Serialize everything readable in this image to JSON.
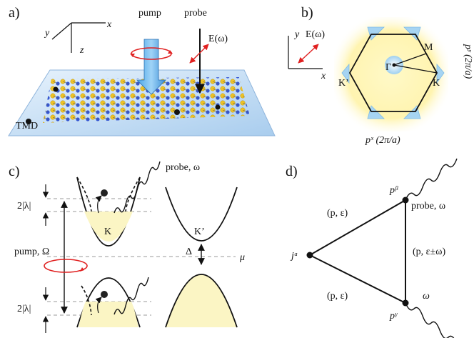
{
  "panels": {
    "a": {
      "label": "a)",
      "axis_x": "x",
      "axis_y": "y",
      "axis_z": "z",
      "pump": "pump",
      "probe": "probe",
      "field": "E(ω)",
      "material": "TMD"
    },
    "b": {
      "label": "b)",
      "axis_x": "x",
      "axis_y": "y",
      "field": "E(ω)",
      "gamma": "Γ",
      "m_point": "M",
      "k_point": "K",
      "kprime_point": "K’",
      "px_axis": "pˣ (2π/a)",
      "py_axis": "pʸ (2π/a)"
    },
    "c": {
      "label": "c)",
      "probe": "probe, ω",
      "pump": "pump, Ω",
      "gap_top": "2|λ|",
      "gap_bottom": "2|λ|",
      "valley_k": "K",
      "valley_kprime": "K’",
      "delta": "Δ",
      "mu": "μ"
    },
    "d": {
      "label": "d)",
      "vertex_j": "jᵅ",
      "vertex_pbeta": "pᵝ",
      "vertex_pgamma": "pᵞ",
      "edge_top": "(p, ε)",
      "edge_bottom": "(p, ε)",
      "edge_right": "(p, ε±ω)",
      "probe": "probe, ω",
      "omega": "ω"
    }
  }
}
